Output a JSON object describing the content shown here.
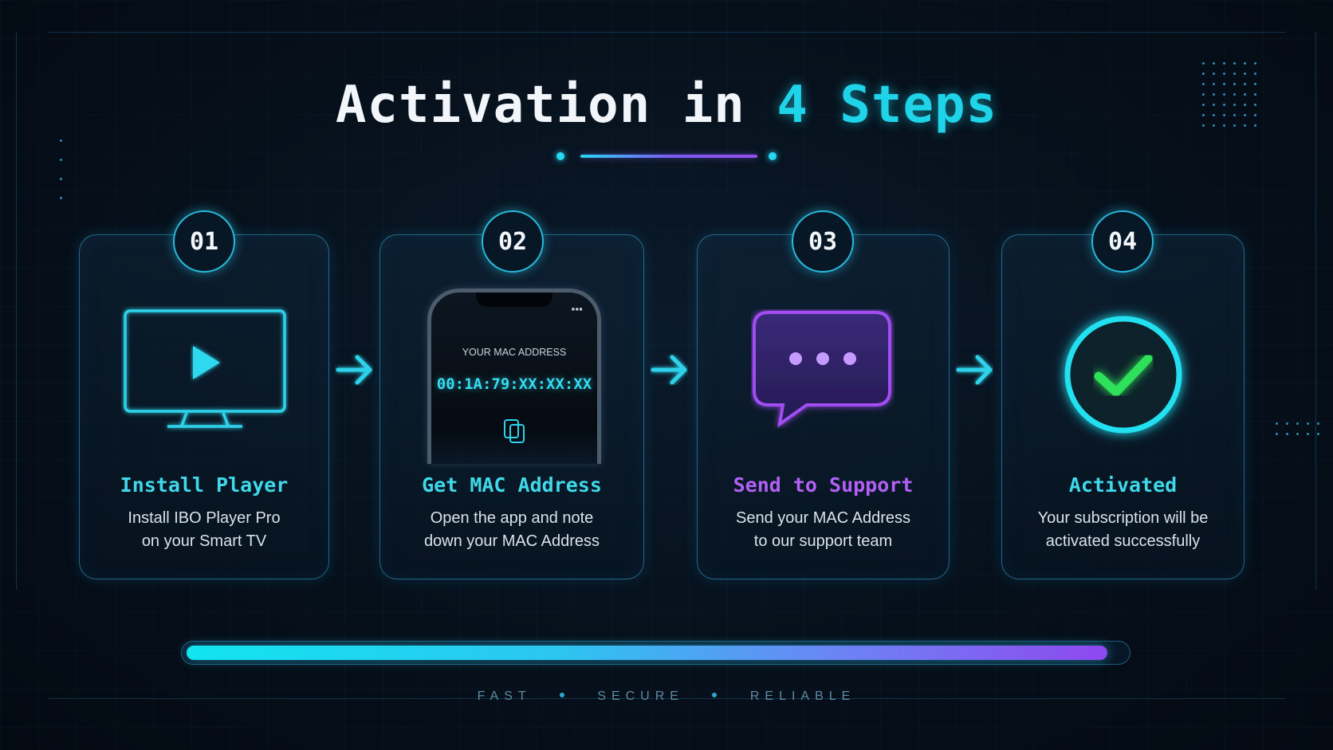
{
  "header": {
    "title_main": "Activation in",
    "title_accent": "4 Steps"
  },
  "colors": {
    "accent_cyan": "#1fd3e8",
    "accent_purple": "#a14ef2",
    "success_green": "#2fe05a",
    "card_border": "#34aad7"
  },
  "steps": [
    {
      "number": "01",
      "title": "Install Player",
      "title_color": "#3fd9ea",
      "description_line1": "Install IBO Player Pro",
      "description_line2": "on your Smart TV",
      "icon": "tv-play-icon"
    },
    {
      "number": "02",
      "title": "Get MAC Address",
      "title_color": "#3fd9ea",
      "description_line1": "Open the app and note",
      "description_line2": "down your MAC Address",
      "icon": "smartphone-icon",
      "phone": {
        "label": "YOUR MAC ADDRESS",
        "mac": "00:1A:79:XX:XX:XX",
        "copy_icon": "copy-icon"
      }
    },
    {
      "number": "03",
      "title": "Send to Support",
      "title_color": "#b260f5",
      "description_line1": "Send your MAC Address",
      "description_line2": "to our support team",
      "icon": "chat-bubble-icon"
    },
    {
      "number": "04",
      "title": "Activated",
      "title_color": "#3fd9ea",
      "description_line1": "Your subscription will be",
      "description_line2": "activated successfully",
      "icon": "check-circle-icon"
    }
  ],
  "progress": {
    "percent": 98
  },
  "footer": {
    "items": [
      "FAST",
      "SECURE",
      "RELIABLE"
    ]
  }
}
